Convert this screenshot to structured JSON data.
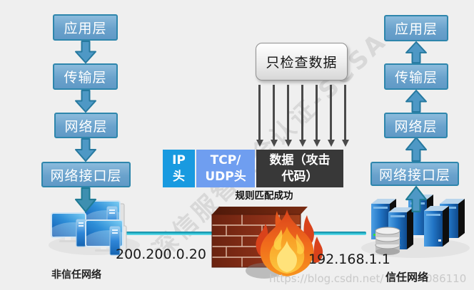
{
  "osi_layers": [
    "应用层",
    "传输层",
    "网络层",
    "网络接口层"
  ],
  "left": {
    "ip": "200.200.0.20",
    "label": "非信任网络"
  },
  "right": {
    "ip": "192.168.1.1",
    "label": "信任网络"
  },
  "center": {
    "inspect_label": "只检查数据",
    "packet": {
      "ip_l1": "IP",
      "ip_l2": "头",
      "tcpudp_l1": "TCP/",
      "tcpudp_l2": "UDP头",
      "data_l1": "数据（攻击",
      "data_l2": "代码）"
    },
    "match_result": "规则匹配成功"
  },
  "watermarks": {
    "diagonal": "深信服智安全认证-SCSA",
    "url_prefix": "https://blog.csdn.net/",
    "url_suffix": "086110"
  },
  "colors": {
    "background": "#efefef",
    "layer_box_fill": "#6aa2cc",
    "layer_box_border": "#2e86ac",
    "packet_ip": "#199ae0",
    "packet_tcpudp": "#6f9ef0",
    "packet_data": "#383838",
    "link_line": "#31c3d6",
    "brick": "#8c3018",
    "flame_orange": "#f7931e",
    "arrow_gray": "#4a4a4a"
  },
  "icons": [
    "down-arrow-icon",
    "up-arrow-icon",
    "inspect-arrow-icon",
    "computers-icon",
    "servers-icon",
    "database-icon",
    "firewall-icon",
    "flame-icon"
  ]
}
